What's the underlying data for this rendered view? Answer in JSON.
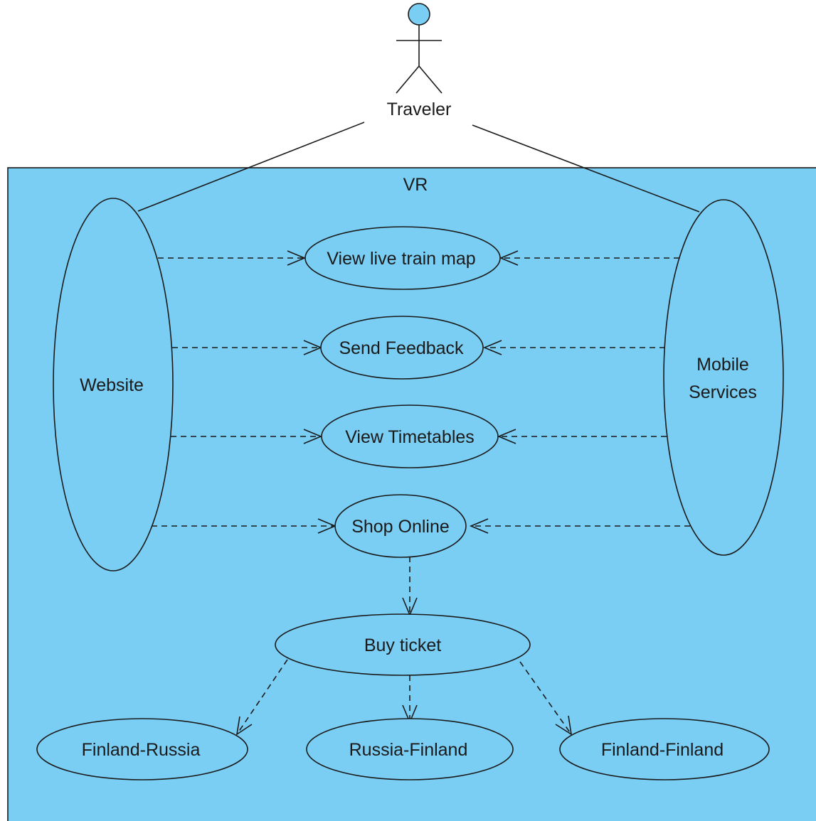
{
  "colors": {
    "system_fill": "#7acef4",
    "usecase_fill": "#7acef4",
    "actor_head_fill": "#7acef4",
    "line": "#1a1a1a",
    "background": "#ffffff"
  },
  "actor": {
    "name": "Traveler",
    "icon": "stick-figure-icon"
  },
  "system": {
    "name": "VR"
  },
  "use_cases": {
    "website": "Website",
    "mobile_line1": "Mobile",
    "mobile_line2": "Services",
    "live_map": "View live train map",
    "feedback": "Send Feedback",
    "timetables": "View Timetables",
    "shop": "Shop Online",
    "buy": "Buy ticket",
    "fin_rus": "Finland-Russia",
    "rus_fin": "Russia-Finland",
    "fin_fin": "Finland-Finland"
  }
}
